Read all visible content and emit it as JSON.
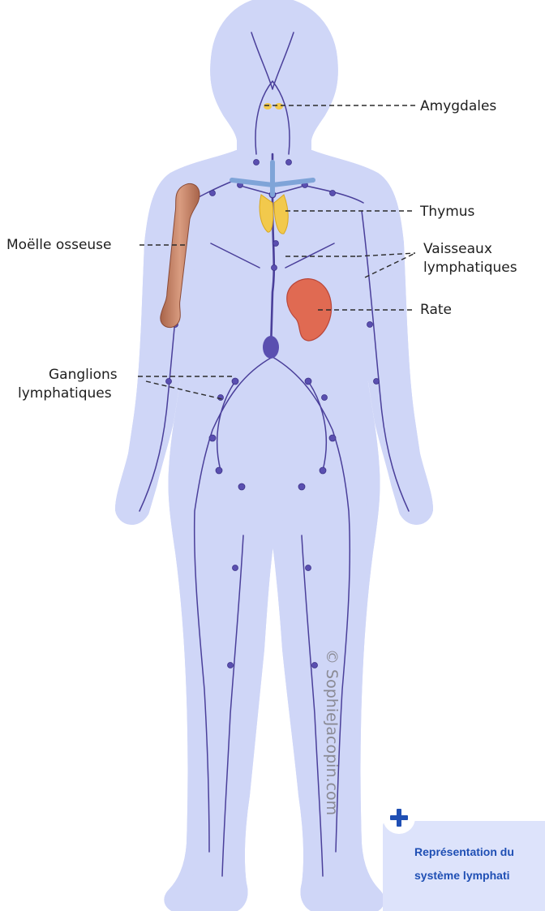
{
  "labels": {
    "amygdales": "Amygdales",
    "thymus": "Thymus",
    "moelle": "Moëlle osseuse",
    "vaisseaux_1": "Vaisseaux",
    "vaisseaux_2": "lymphatiques",
    "rate": "Rate",
    "ganglions_1": "Ganglions",
    "ganglions_2": "lymphatiques"
  },
  "credit": "© SophieJacopin.com",
  "card": {
    "line1": "Représentation du",
    "line2": "système lymphati"
  },
  "colors": {
    "body_fill": "#9fa9e8",
    "body_halo": "#cfd6f7",
    "vessel": "#4a3f9a",
    "thymus": "#f2c94c",
    "spleen": "#e06a52",
    "bone": "#c98a6e",
    "card_bg": "#dde3fb",
    "accent": "#1f4fb4"
  },
  "icons": {
    "card": "plus-icon"
  }
}
